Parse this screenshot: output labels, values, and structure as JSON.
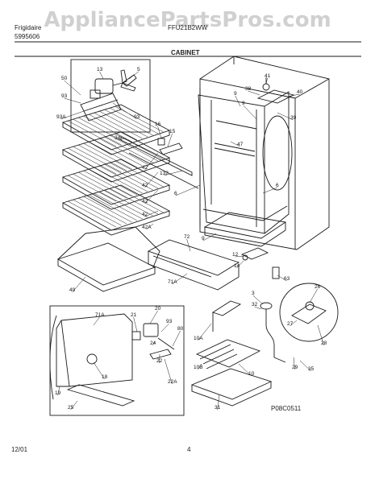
{
  "watermark": "AppliancePartsPros.com",
  "header": {
    "brand": "Frigidaire",
    "publication": "5995606",
    "model": "FFU21B2WW",
    "section": "CABINET"
  },
  "footer": {
    "date": "12/01",
    "page": "4",
    "figure_code": "P08C0511"
  },
  "callouts": [
    {
      "id": "c13",
      "text": "13"
    },
    {
      "id": "c5",
      "text": "5"
    },
    {
      "id": "c50",
      "text": "50"
    },
    {
      "id": "c93a",
      "text": "93"
    },
    {
      "id": "c93Ab",
      "text": "93A"
    },
    {
      "id": "c93c",
      "text": "93"
    },
    {
      "id": "c34",
      "text": "34"
    },
    {
      "id": "c42a",
      "text": "42"
    },
    {
      "id": "c42b",
      "text": "42"
    },
    {
      "id": "c42c",
      "text": "42"
    },
    {
      "id": "c42d",
      "text": "42"
    },
    {
      "id": "c42A",
      "text": "42A"
    },
    {
      "id": "c16",
      "text": "16"
    },
    {
      "id": "c15",
      "text": "15"
    },
    {
      "id": "c132",
      "text": "132"
    },
    {
      "id": "c6a",
      "text": "6"
    },
    {
      "id": "c6b",
      "text": "6"
    },
    {
      "id": "c9a",
      "text": "9"
    },
    {
      "id": "c9b",
      "text": "9"
    },
    {
      "id": "c9c",
      "text": "9"
    },
    {
      "id": "c47",
      "text": "47"
    },
    {
      "id": "c38",
      "text": "38"
    },
    {
      "id": "c41",
      "text": "41"
    },
    {
      "id": "c40",
      "text": "40"
    },
    {
      "id": "c39",
      "text": "39"
    },
    {
      "id": "c72",
      "text": "72"
    },
    {
      "id": "c71Aa",
      "text": "71A"
    },
    {
      "id": "c49",
      "text": "49"
    },
    {
      "id": "c12",
      "text": "12"
    },
    {
      "id": "c14",
      "text": "14"
    },
    {
      "id": "c63",
      "text": "63"
    },
    {
      "id": "c3",
      "text": "3"
    },
    {
      "id": "c32",
      "text": "32"
    },
    {
      "id": "c26",
      "text": "26"
    },
    {
      "id": "c27",
      "text": "27"
    },
    {
      "id": "c28",
      "text": "28"
    },
    {
      "id": "c29",
      "text": "29"
    },
    {
      "id": "c35",
      "text": "35"
    },
    {
      "id": "c10A",
      "text": "10A"
    },
    {
      "id": "c10B",
      "text": "10B"
    },
    {
      "id": "c10",
      "text": "10"
    },
    {
      "id": "c31",
      "text": "31"
    },
    {
      "id": "c71Ab",
      "text": "71A"
    },
    {
      "id": "c21",
      "text": "21"
    },
    {
      "id": "c20",
      "text": "20"
    },
    {
      "id": "c93d",
      "text": "93"
    },
    {
      "id": "c24",
      "text": "24"
    },
    {
      "id": "c80",
      "text": "80"
    },
    {
      "id": "c22",
      "text": "22"
    },
    {
      "id": "c22A",
      "text": "22A"
    },
    {
      "id": "c18",
      "text": "18"
    },
    {
      "id": "c19",
      "text": "19"
    },
    {
      "id": "c25",
      "text": "25"
    }
  ],
  "colors": {
    "line": "#1a1a1a",
    "paper": "#ffffff",
    "watermark": "#969696"
  }
}
